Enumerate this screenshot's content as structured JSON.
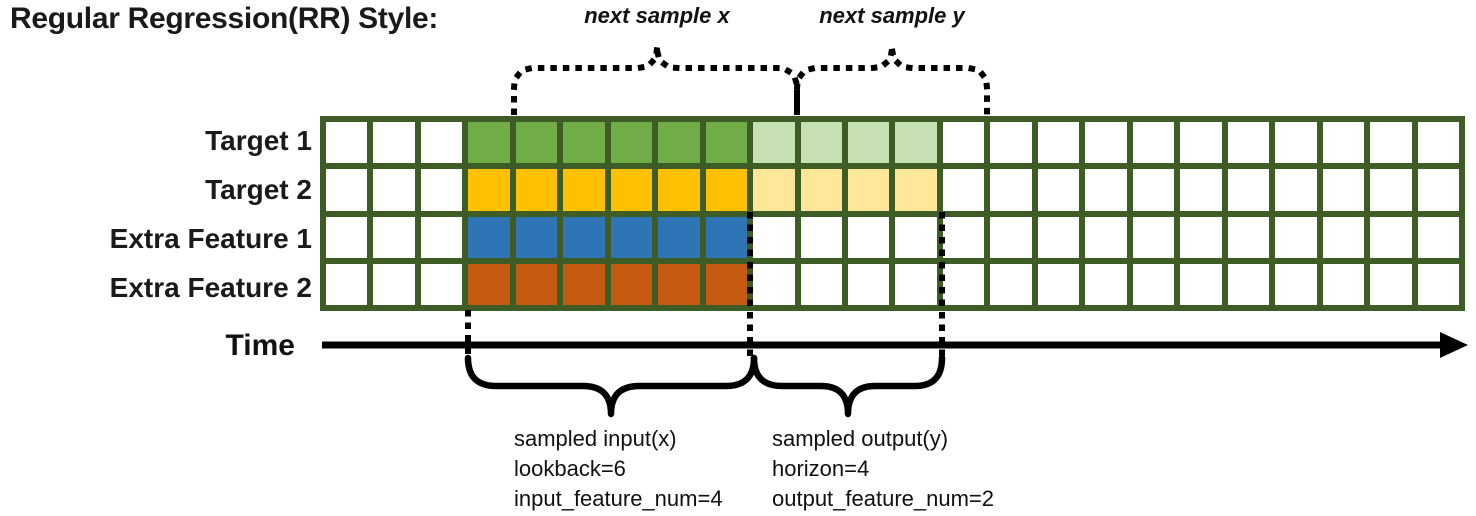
{
  "title": "Regular Regression(RR) Style:",
  "top_braces": {
    "next_sample_x_label": "next sample x",
    "next_sample_y_label": "next sample y"
  },
  "time_axis": {
    "label": "Time"
  },
  "grid": {
    "border_color": "#3E5C25",
    "empty_color": "#ffffff",
    "columns_total": 24,
    "empty_cols_before": 3,
    "lookback": 6,
    "horizon": 4,
    "empty_cols_after": 11,
    "rows": [
      {
        "label": "Target 1",
        "input_color": "#70AD47",
        "output_color": "#C6E0B4"
      },
      {
        "label": "Target 2",
        "input_color": "#FFC000",
        "output_color": "#FFE699"
      },
      {
        "label": "Extra Feature 1",
        "input_color": "#2E75B6",
        "output_color": ""
      },
      {
        "label": "Extra Feature 2",
        "input_color": "#C55A11",
        "output_color": ""
      }
    ]
  },
  "sample_annotations": {
    "input": {
      "lines": [
        "sampled input(x)",
        "lookback=6",
        "input_feature_num=4"
      ]
    },
    "output": {
      "lines": [
        "sampled output(y)",
        "horizon=4",
        "output_feature_num=2"
      ]
    }
  }
}
